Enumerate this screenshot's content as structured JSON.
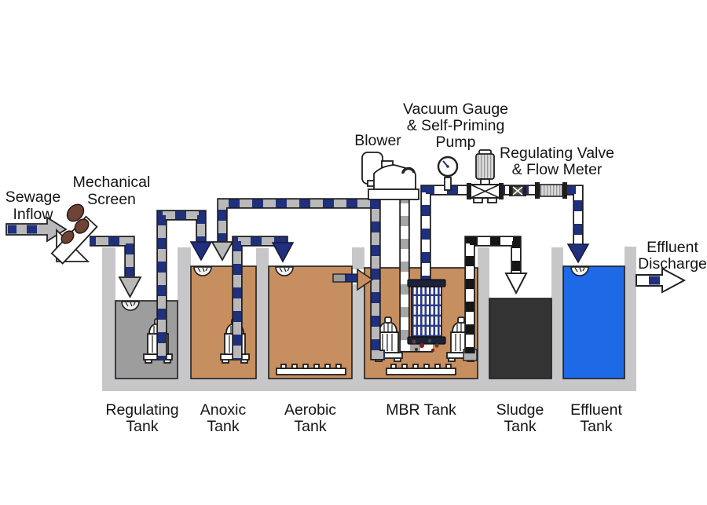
{
  "annotations": {
    "sewage_inflow": [
      "Sewage",
      "Inflow"
    ],
    "mechanical_screen": [
      "Mechanical",
      "Screen"
    ],
    "blower": "Blower",
    "vacuum_gauge_pump": [
      "Vacuum Gauge",
      "& Self-Priming",
      "Pump"
    ],
    "regulating_valve_flow_meter": [
      "Regulating Valve",
      "& Flow Meter"
    ],
    "effluent_discharge": [
      "Effluent",
      "Discharge"
    ]
  },
  "tanks": [
    {
      "id": "regulating-tank",
      "label": [
        "Regulating",
        "Tank"
      ]
    },
    {
      "id": "anoxic-tank",
      "label": [
        "Anoxic",
        "Tank"
      ]
    },
    {
      "id": "aerobic-tank",
      "label": [
        "Aerobic",
        "Tank"
      ]
    },
    {
      "id": "mbr-tank",
      "label": [
        "MBR Tank"
      ]
    },
    {
      "id": "sludge-tank",
      "label": [
        "Sludge",
        "Tank"
      ]
    },
    {
      "id": "effluent-tank",
      "label": [
        "Effluent",
        "Tank"
      ]
    }
  ],
  "colors": {
    "pipe_navy": "#20307c",
    "pipe_gray": "#b9b9b9",
    "wall": "#c7c7ca",
    "water_regulating": "#9d9d9d",
    "water_anoxic": "#c78e60",
    "water_aerobic": "#c78e60",
    "water_mbr": "#c78e60",
    "water_sludge": "#333333",
    "water_effluent": "#1d69e6",
    "transfer_arrow_tan": "#c78e60",
    "screen_roller_brown": "#6e4234"
  }
}
